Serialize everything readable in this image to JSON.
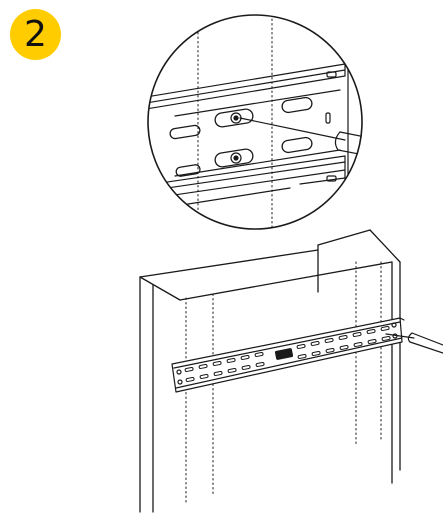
{
  "step": {
    "number": "2",
    "badge_color": "#FFCC00"
  },
  "icons": {
    "zoom_callout": "magnifier-circle",
    "tool": "screwdriver"
  },
  "colors": {
    "line": "#1a1a1a",
    "background": "#ffffff"
  }
}
